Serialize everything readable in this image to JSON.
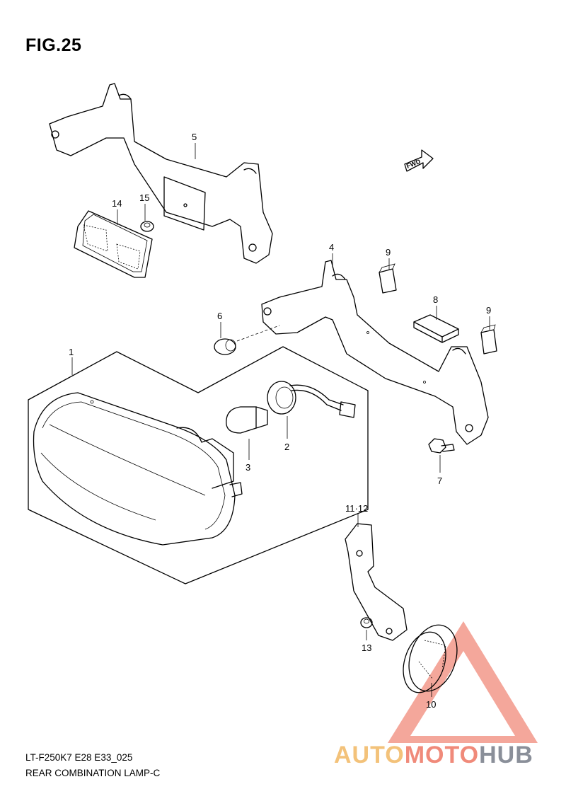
{
  "figure": {
    "title": "FIG.25",
    "code": "LT-F250K7 E28 E33_025",
    "caption": "REAR COMBINATION LAMP-C"
  },
  "direction_marker": {
    "label": "FWD"
  },
  "callouts": [
    {
      "id": "1",
      "label": "1"
    },
    {
      "id": "2",
      "label": "2"
    },
    {
      "id": "3",
      "label": "3"
    },
    {
      "id": "4",
      "label": "4"
    },
    {
      "id": "5",
      "label": "5"
    },
    {
      "id": "6",
      "label": "6"
    },
    {
      "id": "7",
      "label": "7"
    },
    {
      "id": "8",
      "label": "8"
    },
    {
      "id": "9a",
      "label": "9"
    },
    {
      "id": "9b",
      "label": "9"
    },
    {
      "id": "10",
      "label": "10"
    },
    {
      "id": "11-12",
      "label": "11·12"
    },
    {
      "id": "13",
      "label": "13"
    },
    {
      "id": "14",
      "label": "14"
    },
    {
      "id": "15",
      "label": "15"
    }
  ],
  "watermark": {
    "part1": "AUTO",
    "part2": "MOTO",
    "part3": "HUB",
    "colors": {
      "auto": "#f3c27a",
      "moto": "#f08a7a",
      "hub": "#8a8f99",
      "triangle": "#f08a7a"
    }
  }
}
